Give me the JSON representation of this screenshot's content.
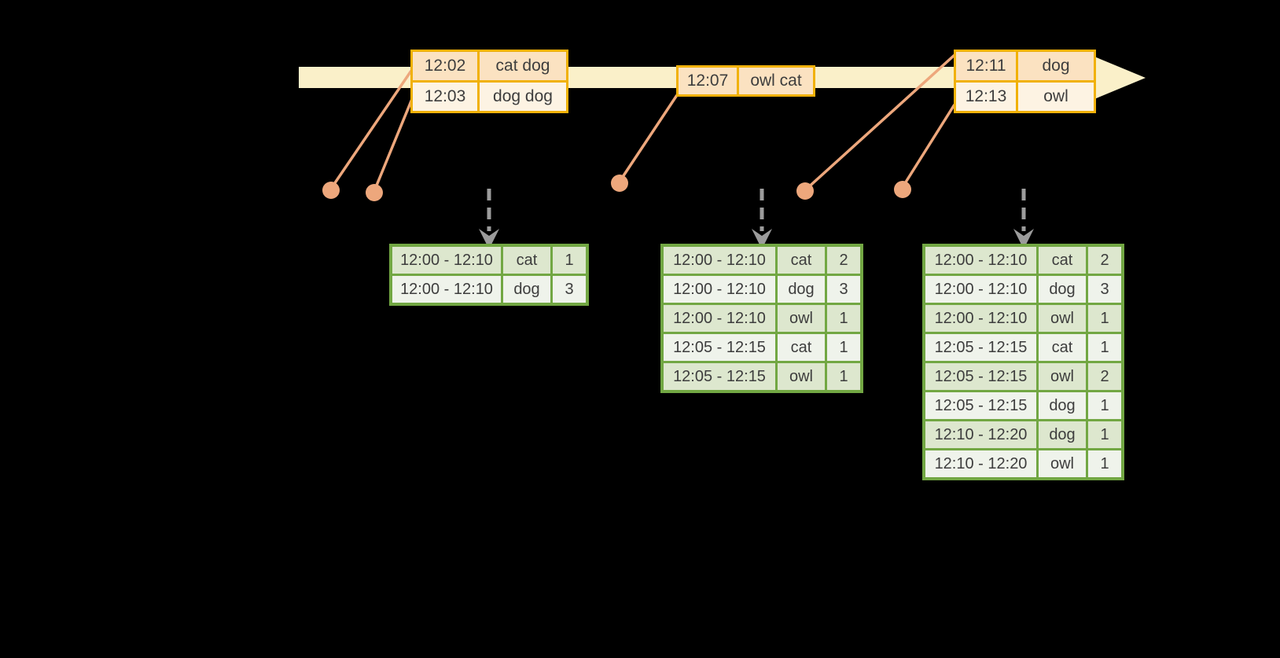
{
  "palette": {
    "background": "#000000",
    "timeline_band": "#FAF0C9",
    "event_border": "#F1B109",
    "event_row_odd_bg": "#FBE2C1",
    "event_row_even_bg": "#FDF3E3",
    "connector": "#EDA77C",
    "result_border": "#72A743",
    "result_row_odd_bg": "#DDE7CE",
    "result_row_even_bg": "#EFF3EB",
    "arrow_gray": "#9C9C9C",
    "text": "#3D3D3D"
  },
  "timeline": {
    "event_batches": [
      {
        "rows": [
          {
            "time": "12:02",
            "words": "cat dog"
          },
          {
            "time": "12:03",
            "words": "dog dog"
          }
        ]
      },
      {
        "rows": [
          {
            "time": "12:07",
            "words": "owl cat"
          }
        ]
      },
      {
        "rows": [
          {
            "time": "12:11",
            "words": "dog"
          },
          {
            "time": "12:13",
            "words": "owl"
          }
        ]
      }
    ]
  },
  "result_tables": [
    {
      "rows": [
        {
          "window": "12:00 - 12:10",
          "word": "cat",
          "count": "1"
        },
        {
          "window": "12:00 - 12:10",
          "word": "dog",
          "count": "3"
        }
      ]
    },
    {
      "rows": [
        {
          "window": "12:00 - 12:10",
          "word": "cat",
          "count": "2"
        },
        {
          "window": "12:00 - 12:10",
          "word": "dog",
          "count": "3"
        },
        {
          "window": "12:00 - 12:10",
          "word": "owl",
          "count": "1"
        },
        {
          "window": "12:05 - 12:15",
          "word": "cat",
          "count": "1"
        },
        {
          "window": "12:05 - 12:15",
          "word": "owl",
          "count": "1"
        }
      ]
    },
    {
      "rows": [
        {
          "window": "12:00 - 12:10",
          "word": "cat",
          "count": "2"
        },
        {
          "window": "12:00 - 12:10",
          "word": "dog",
          "count": "3"
        },
        {
          "window": "12:00 - 12:10",
          "word": "owl",
          "count": "1"
        },
        {
          "window": "12:05 - 12:15",
          "word": "cat",
          "count": "1"
        },
        {
          "window": "12:05 - 12:15",
          "word": "owl",
          "count": "2"
        },
        {
          "window": "12:05 - 12:15",
          "word": "dog",
          "count": "1"
        },
        {
          "window": "12:10 - 12:20",
          "word": "dog",
          "count": "1"
        },
        {
          "window": "12:10 - 12:20",
          "word": "owl",
          "count": "1"
        }
      ]
    }
  ]
}
